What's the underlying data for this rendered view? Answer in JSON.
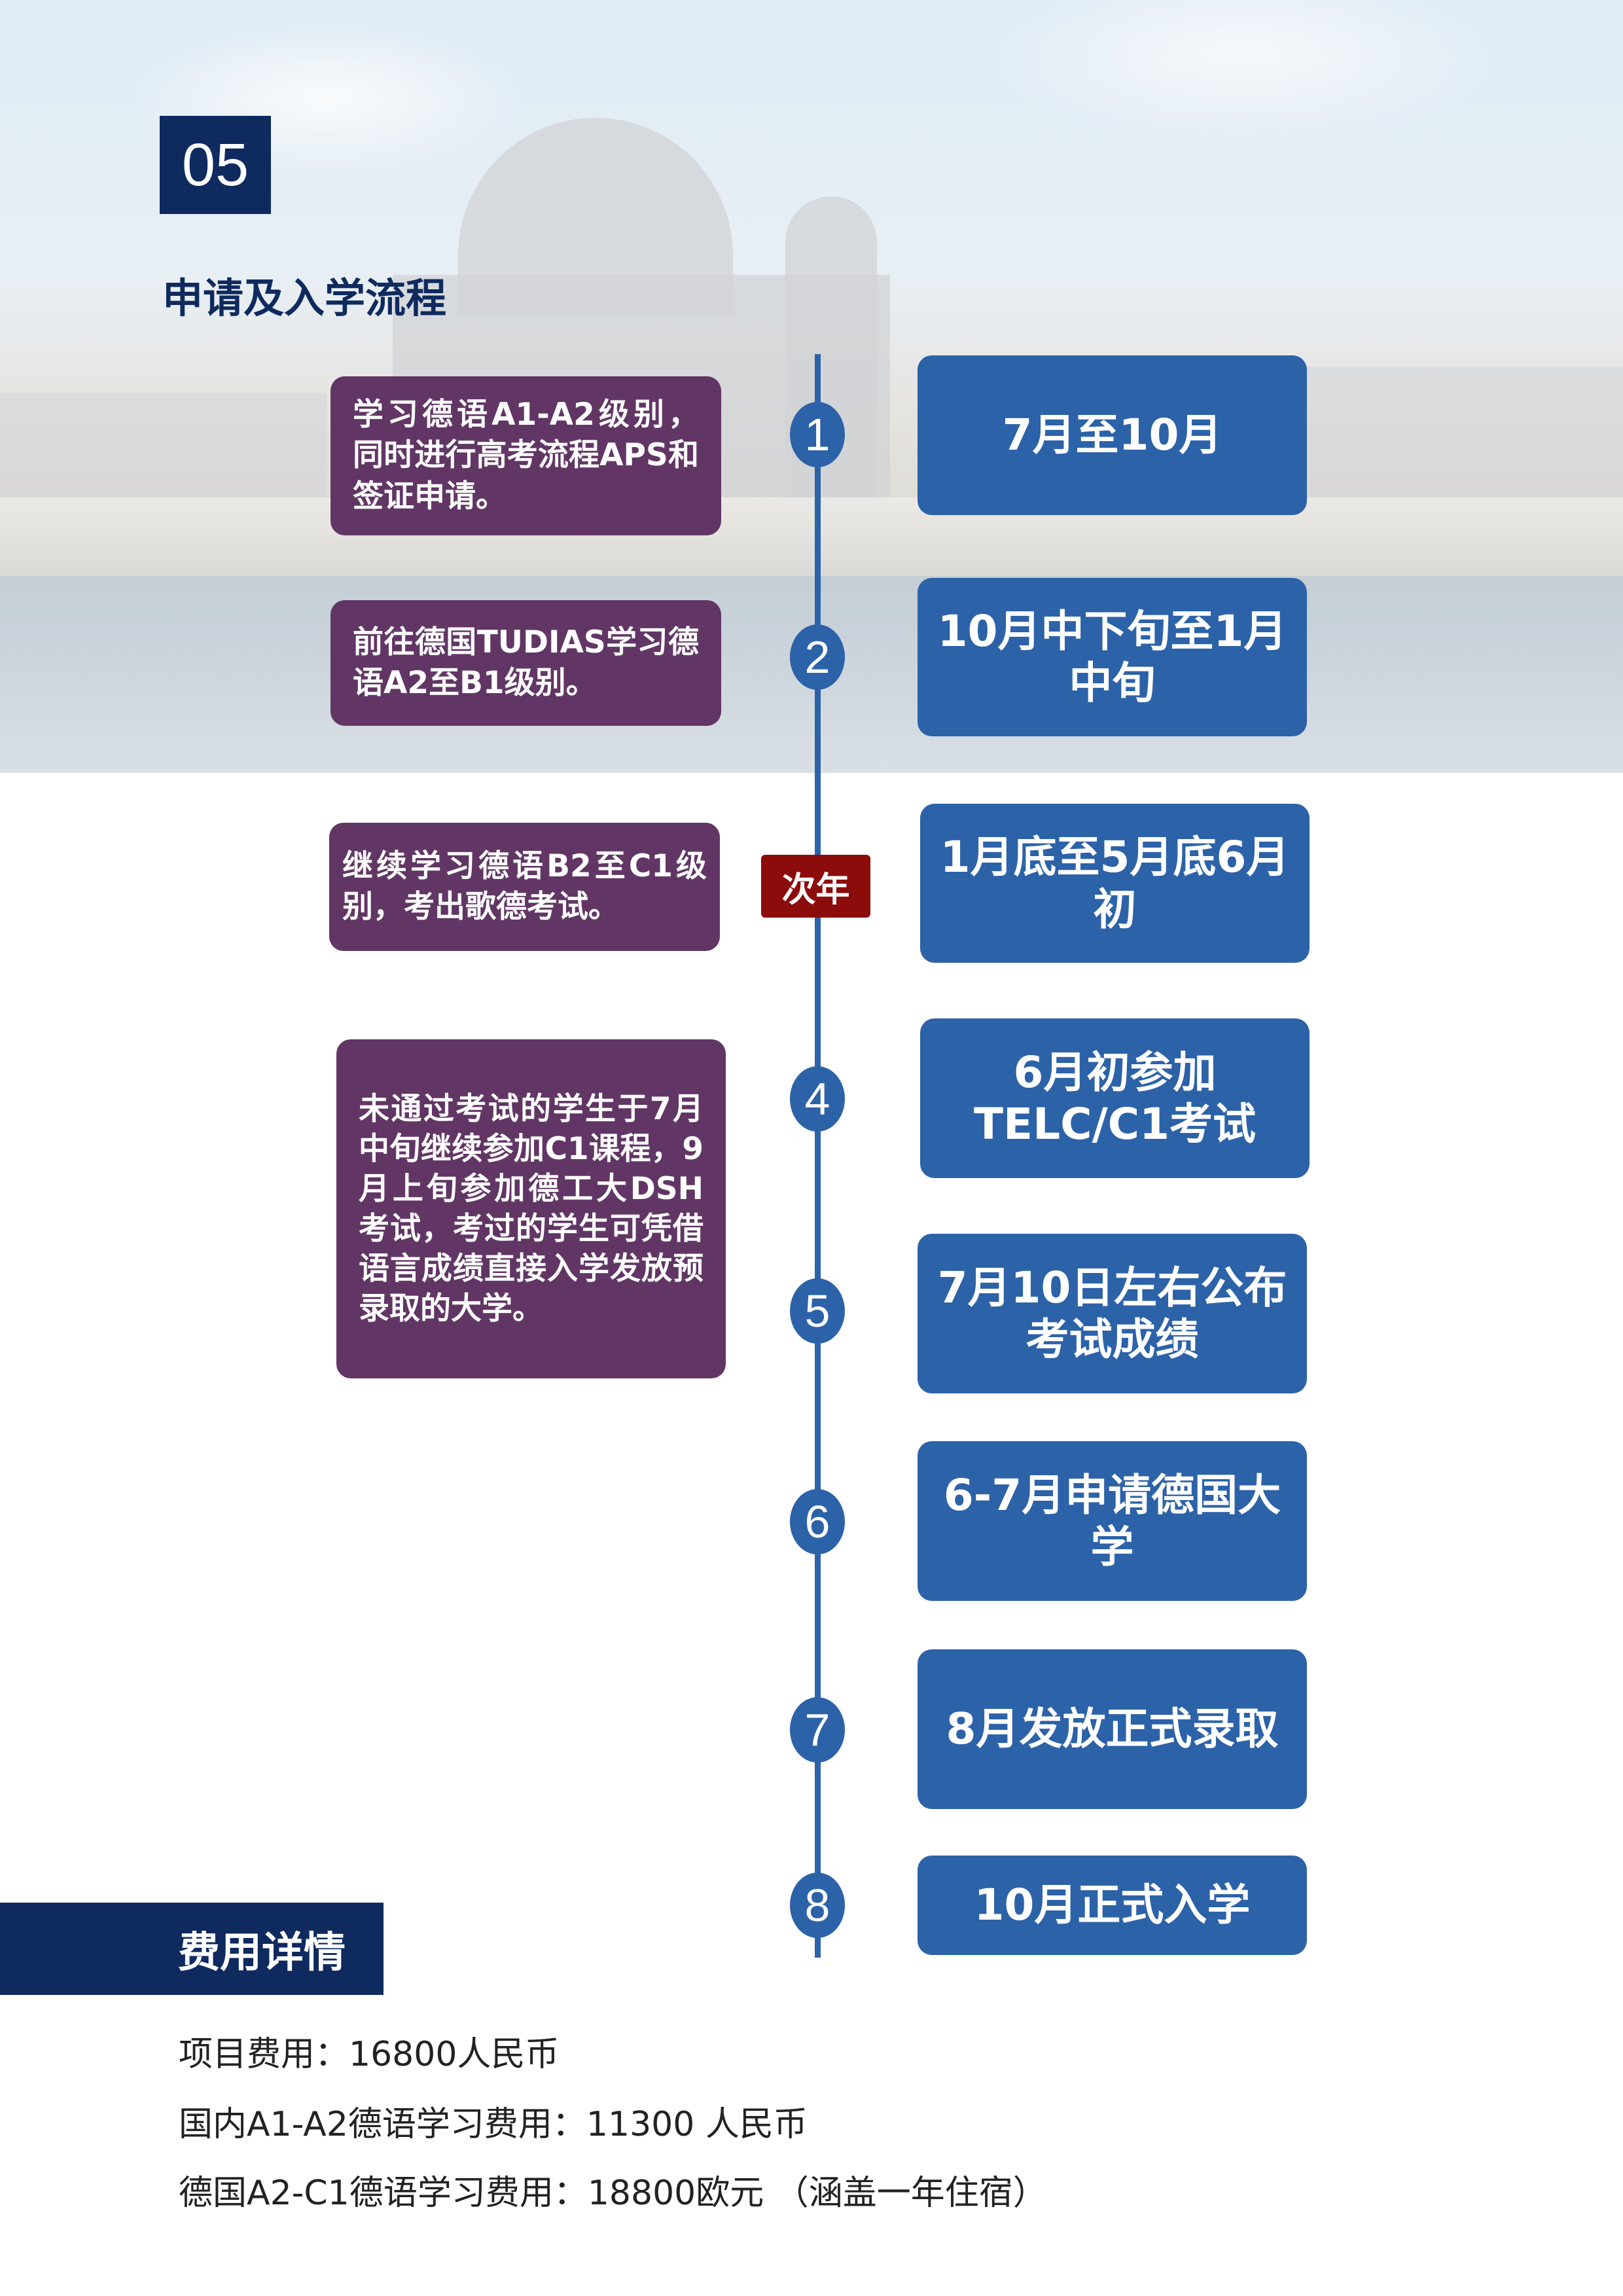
{
  "section": {
    "number": "05",
    "title": "申请及入学流程"
  },
  "timeline": {
    "steps": [
      {
        "marker": "1",
        "date": "7月至10月",
        "description": "学习德语A1-A2级别，同时进行高考流程APS和签证申请。"
      },
      {
        "marker": "2",
        "date": "10月中下旬至1月中旬",
        "description": "前往德国TUDIAS学习德语A2至B1级别。"
      },
      {
        "marker": "次年",
        "date": "1月底至5月底6月初",
        "description": "继续学习德语B2至C1级别，考出歌德考试。"
      },
      {
        "marker": "4",
        "date": "6月初参加TELC/C1考试",
        "description": "未通过考试的学生于7月中旬继续参加C1课程，9月上旬参加德工大DSH考试，考过的学生可凭借语言成绩直接入学发放预录取的大学。"
      },
      {
        "marker": "5",
        "date": "7月10日左右公布考试成绩"
      },
      {
        "marker": "6",
        "date": "6-7月申请德国大学"
      },
      {
        "marker": "7",
        "date": "8月发放正式录取"
      },
      {
        "marker": "8",
        "date": "10月正式入学"
      }
    ]
  },
  "fees": {
    "title": "费用详情",
    "items": [
      "项目费用：16800人民币",
      "国内A1-A2德语学习费用：11300 人民币",
      "德国A2-C1德语学习费用：18800欧元 （涵盖一年住宿）"
    ]
  },
  "colors": {
    "navy": "#0e2a5e",
    "blue": "#2c62a8",
    "purple": "#613665",
    "red": "#8c0c0c"
  }
}
